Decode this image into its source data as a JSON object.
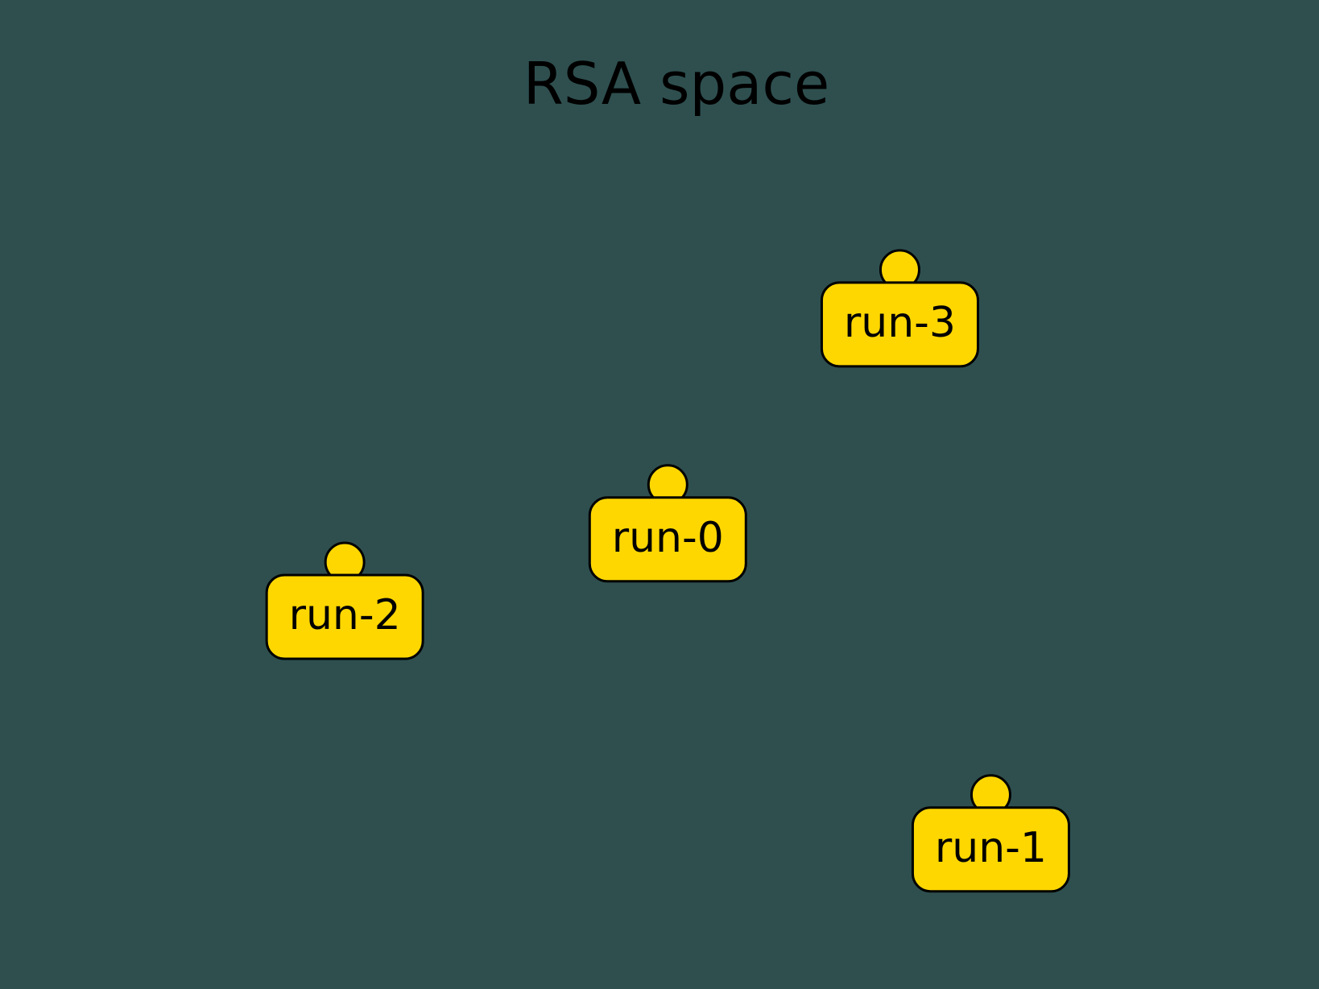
{
  "chart_data": {
    "type": "scatter",
    "title": "RSA space",
    "xlabel": "",
    "ylabel": "",
    "grid": false,
    "axes_visible": false,
    "background_color": "#2f4f4f",
    "marker_color": "#ffd700",
    "marker_edge_color": "#000000",
    "xlim": [
      -1,
      1
    ],
    "ylim": [
      -1,
      1
    ],
    "points": [
      {
        "label": "run-0",
        "x": 0.02,
        "y": 0.02
      },
      {
        "label": "run-1",
        "x": 0.73,
        "y": -0.86
      },
      {
        "label": "run-2",
        "x": -0.69,
        "y": -0.2
      },
      {
        "label": "run-3",
        "x": 0.53,
        "y": 0.63
      }
    ]
  }
}
